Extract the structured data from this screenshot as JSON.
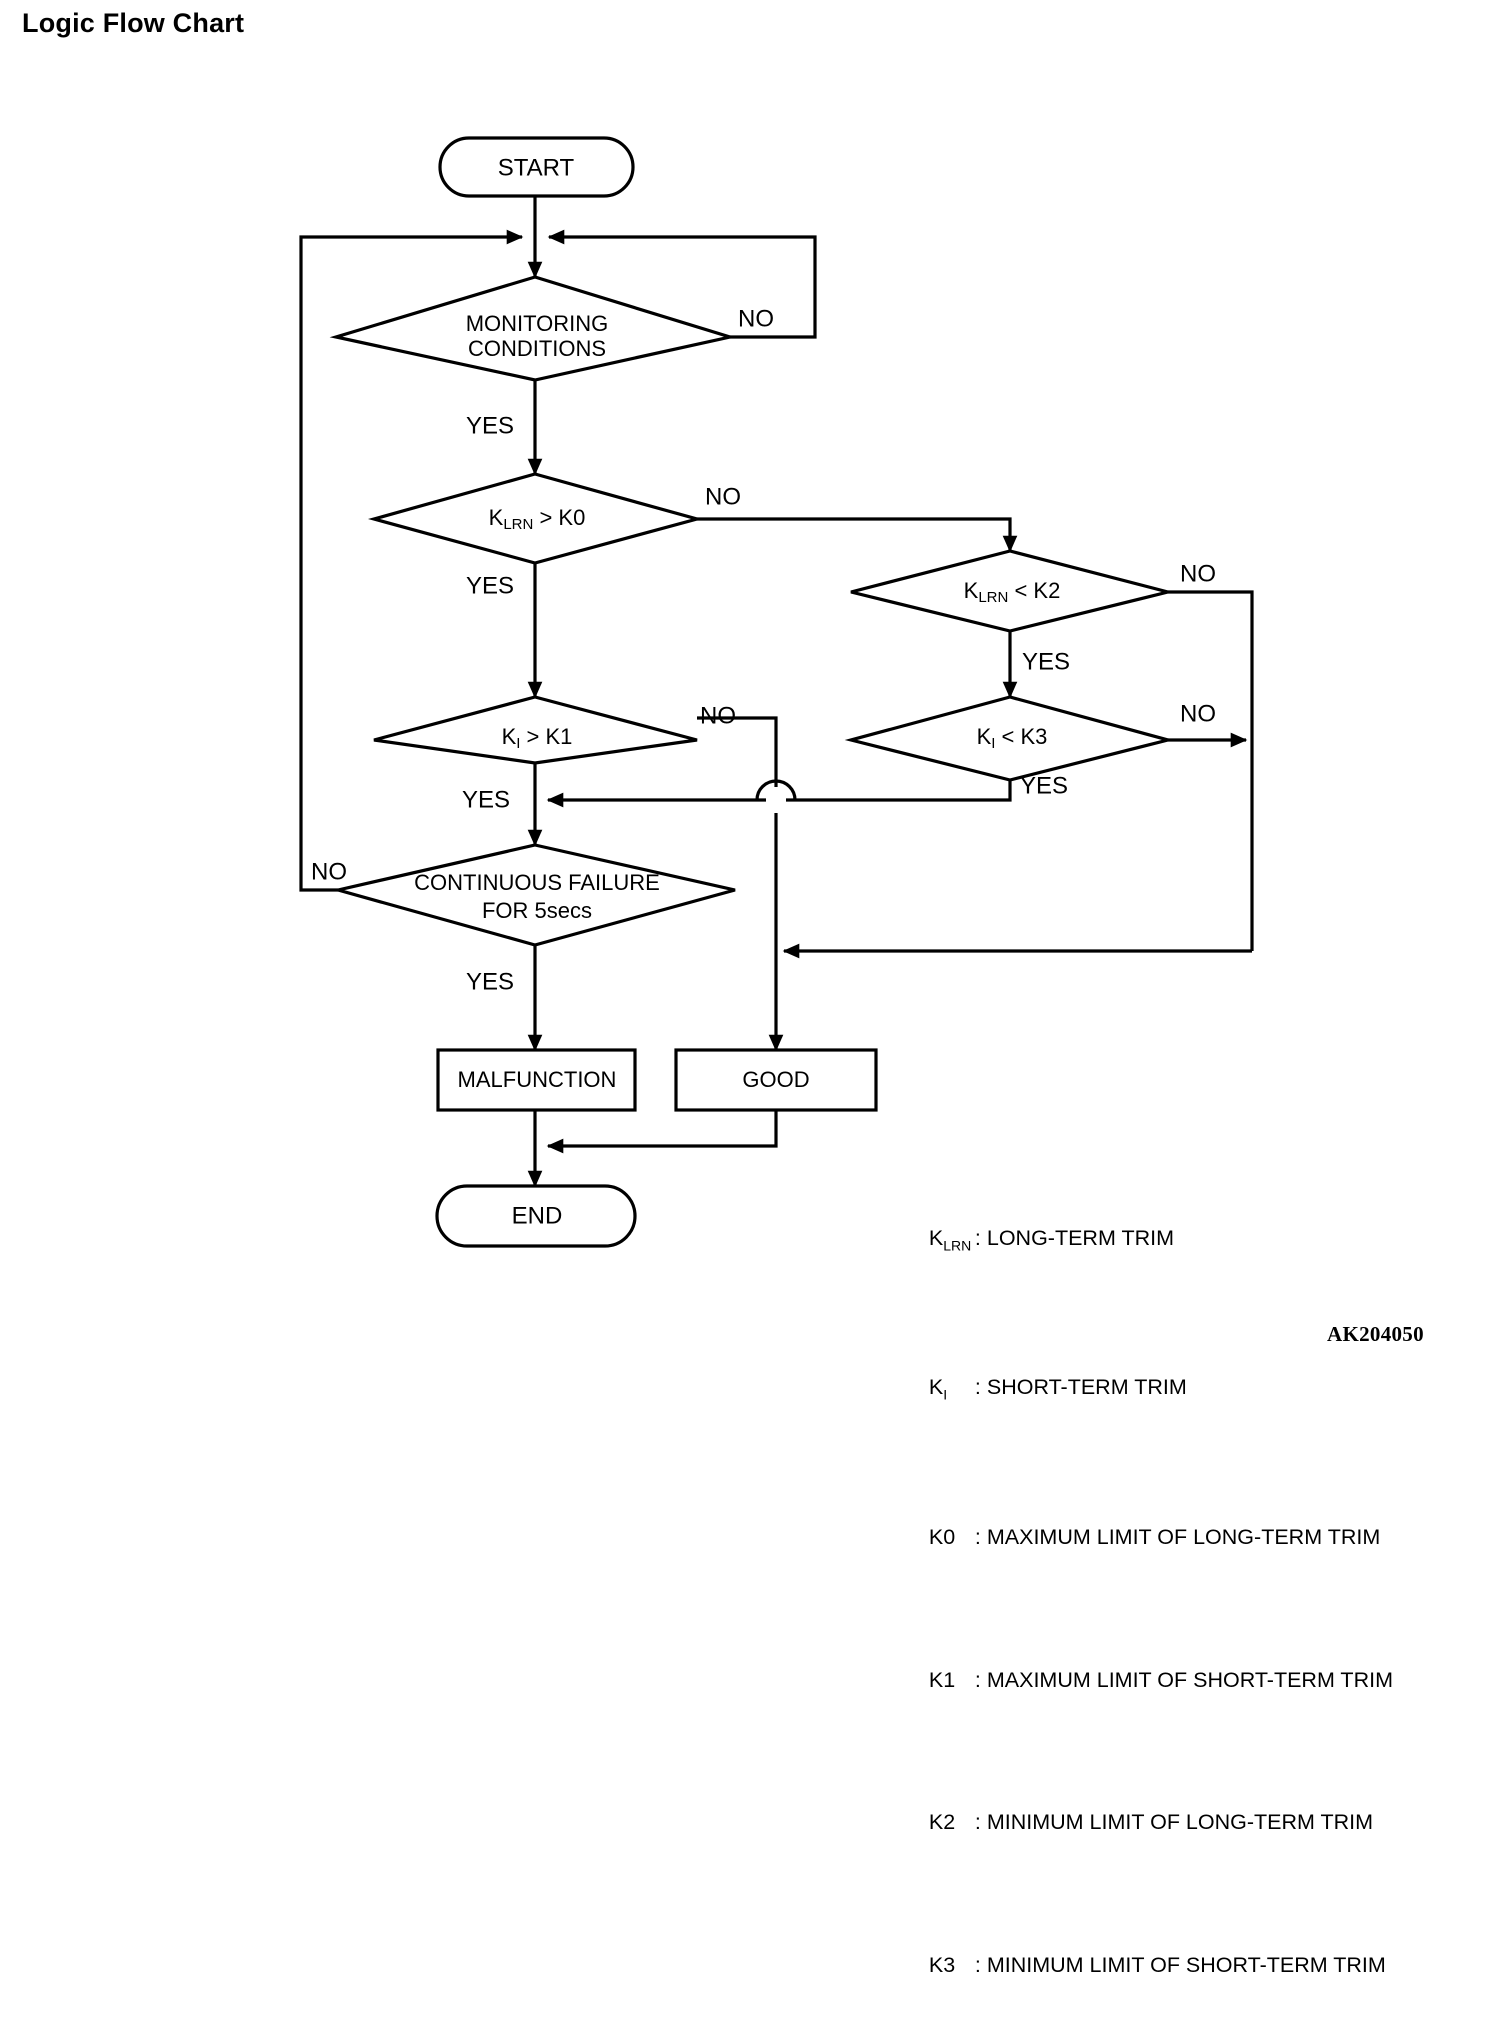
{
  "page": {
    "title": "Logic Flow Chart",
    "reference_code": "AK204050"
  },
  "chart_data": {
    "type": "diagram",
    "diagram_kind": "flowchart",
    "title": "Logic Flow Chart",
    "nodes": [
      {
        "id": "start",
        "shape": "terminator",
        "label": "START"
      },
      {
        "id": "monitoring",
        "shape": "decision",
        "label": "MONITORING CONDITIONS",
        "line1": "MONITORING",
        "line2": "CONDITIONS"
      },
      {
        "id": "klrn_gt_k0",
        "shape": "decision",
        "label": "KLRN > K0",
        "base": "K",
        "subscript": "LRN",
        "tail": " > K0"
      },
      {
        "id": "ki_gt_k1",
        "shape": "decision",
        "label": "KI > K1",
        "base": "K",
        "subscript": "I",
        "tail": " > K1"
      },
      {
        "id": "klrn_lt_k2",
        "shape": "decision",
        "label": "KLRN < K2",
        "base": "K",
        "subscript": "LRN",
        "tail": " < K2"
      },
      {
        "id": "ki_lt_k3",
        "shape": "decision",
        "label": "KI < K3",
        "base": "K",
        "subscript": "I",
        "tail": " < K3"
      },
      {
        "id": "continuous_failure",
        "shape": "decision",
        "label": "CONTINUOUS FAILURE FOR 5secs",
        "line1": "CONTINUOUS FAILURE",
        "line2": "FOR 5secs"
      },
      {
        "id": "malfunction",
        "shape": "process",
        "label": "MALFUNCTION"
      },
      {
        "id": "good",
        "shape": "process",
        "label": "GOOD"
      },
      {
        "id": "end",
        "shape": "terminator",
        "label": "END"
      }
    ],
    "edges": [
      {
        "from": "start",
        "to": "monitoring",
        "label": ""
      },
      {
        "from": "monitoring",
        "to": "klrn_gt_k0",
        "label": "YES"
      },
      {
        "from": "monitoring",
        "to": "start_junction",
        "label": "NO"
      },
      {
        "from": "klrn_gt_k0",
        "to": "ki_gt_k1",
        "label": "YES"
      },
      {
        "from": "klrn_gt_k0",
        "to": "klrn_lt_k2",
        "label": "NO"
      },
      {
        "from": "ki_gt_k1",
        "to": "continuous_failure",
        "label": "YES"
      },
      {
        "from": "ki_gt_k1",
        "to": "good",
        "label": "NO"
      },
      {
        "from": "klrn_lt_k2",
        "to": "ki_lt_k3",
        "label": "YES"
      },
      {
        "from": "klrn_lt_k2",
        "to": "good",
        "label": "NO"
      },
      {
        "from": "ki_lt_k3",
        "to": "ki_gt_k1_yes_merge",
        "label": "YES"
      },
      {
        "from": "ki_lt_k3",
        "to": "good",
        "label": "NO"
      },
      {
        "from": "continuous_failure",
        "to": "malfunction",
        "label": "YES"
      },
      {
        "from": "continuous_failure",
        "to": "start_junction",
        "label": "NO"
      },
      {
        "from": "malfunction",
        "to": "end",
        "label": ""
      },
      {
        "from": "good",
        "to": "end",
        "label": ""
      }
    ],
    "branch_labels": [
      "YES",
      "NO"
    ]
  },
  "labels": {
    "yes": "YES",
    "no": "NO"
  },
  "nodes": {
    "start": "START",
    "monitoring_line1": "MONITORING",
    "monitoring_line2": "CONDITIONS",
    "klrn_gt_k0_base": "K",
    "klrn_gt_k0_sub": "LRN",
    "klrn_gt_k0_tail": " > K0",
    "ki_gt_k1_base": "K",
    "ki_gt_k1_sub": "I",
    "ki_gt_k1_tail": " > K1",
    "klrn_lt_k2_base": "K",
    "klrn_lt_k2_sub": "LRN",
    "klrn_lt_k2_tail": " < K2",
    "ki_lt_k3_base": "K",
    "ki_lt_k3_sub": "I",
    "ki_lt_k3_tail": " < K3",
    "continuous_line1": "CONTINUOUS FAILURE",
    "continuous_line2": "FOR 5secs",
    "malfunction": "MALFUNCTION",
    "good": "GOOD",
    "end": "END"
  },
  "branch": {
    "monitoring_no": "NO",
    "monitoring_yes": "YES",
    "klrn_k0_no": "NO",
    "klrn_k0_yes": "YES",
    "ki_k1_no": "NO",
    "ki_k1_yes": "YES",
    "klrn_k2_no": "NO",
    "klrn_k2_yes": "YES",
    "ki_k3_no": "NO",
    "ki_k3_yes": "YES",
    "cont_no": "NO",
    "cont_yes": "YES"
  },
  "legend": {
    "rows": [
      {
        "key_base": "K",
        "key_sub": "LRN",
        "key_plain": "",
        "sep": ": ",
        "text": "LONG-TERM TRIM"
      },
      {
        "key_base": "K",
        "key_sub": "I",
        "key_plain": "",
        "sep": ": ",
        "text": "SHORT-TERM TRIM"
      },
      {
        "key_base": "",
        "key_sub": "",
        "key_plain": "K0",
        "sep": ": ",
        "text": "MAXIMUM LIMIT OF LONG-TERM TRIM"
      },
      {
        "key_base": "",
        "key_sub": "",
        "key_plain": "K1",
        "sep": ": ",
        "text": "MAXIMUM LIMIT OF SHORT-TERM TRIM"
      },
      {
        "key_base": "",
        "key_sub": "",
        "key_plain": "K2",
        "sep": ": ",
        "text": "MINIMUM LIMIT OF LONG-TERM TRIM"
      },
      {
        "key_base": "",
        "key_sub": "",
        "key_plain": "K3",
        "sep": ": ",
        "text": "MINIMUM LIMIT OF SHORT-TERM TRIM"
      }
    ]
  }
}
